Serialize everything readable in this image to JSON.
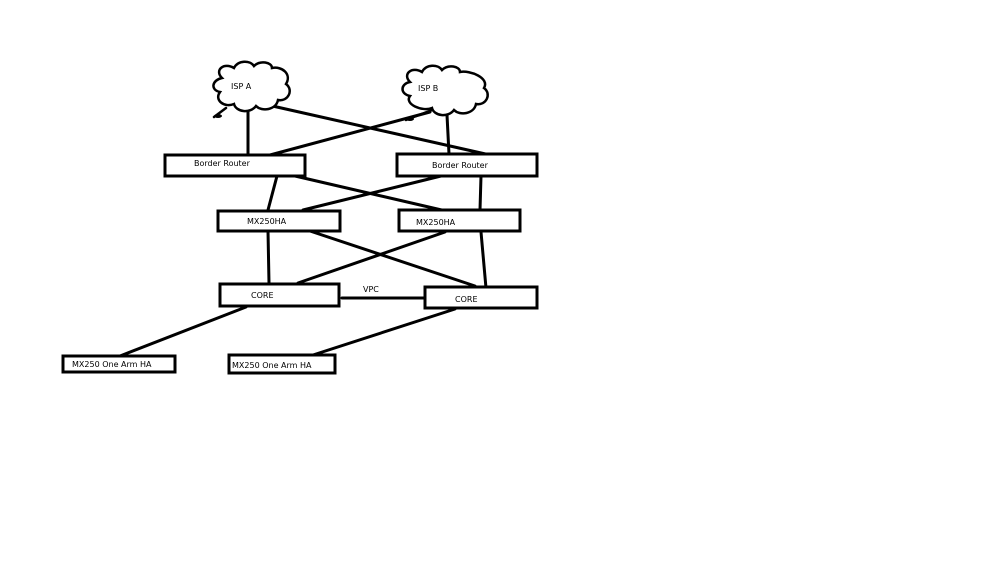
{
  "diagram": {
    "clouds": [
      {
        "label": "ISP A"
      },
      {
        "label": "ISP B"
      }
    ],
    "border_routers": [
      {
        "label": "Border Router"
      },
      {
        "label": "Border Router"
      }
    ],
    "firewalls": [
      {
        "label": "MX250HA"
      },
      {
        "label": "MX250HA"
      }
    ],
    "cores": [
      {
        "label": "CORE"
      },
      {
        "label": "CORE"
      }
    ],
    "one_arm": [
      {
        "label": "MX250 One Arm HA"
      },
      {
        "label": "MX250 One Arm HA"
      }
    ],
    "vpc_label": "VPC"
  }
}
